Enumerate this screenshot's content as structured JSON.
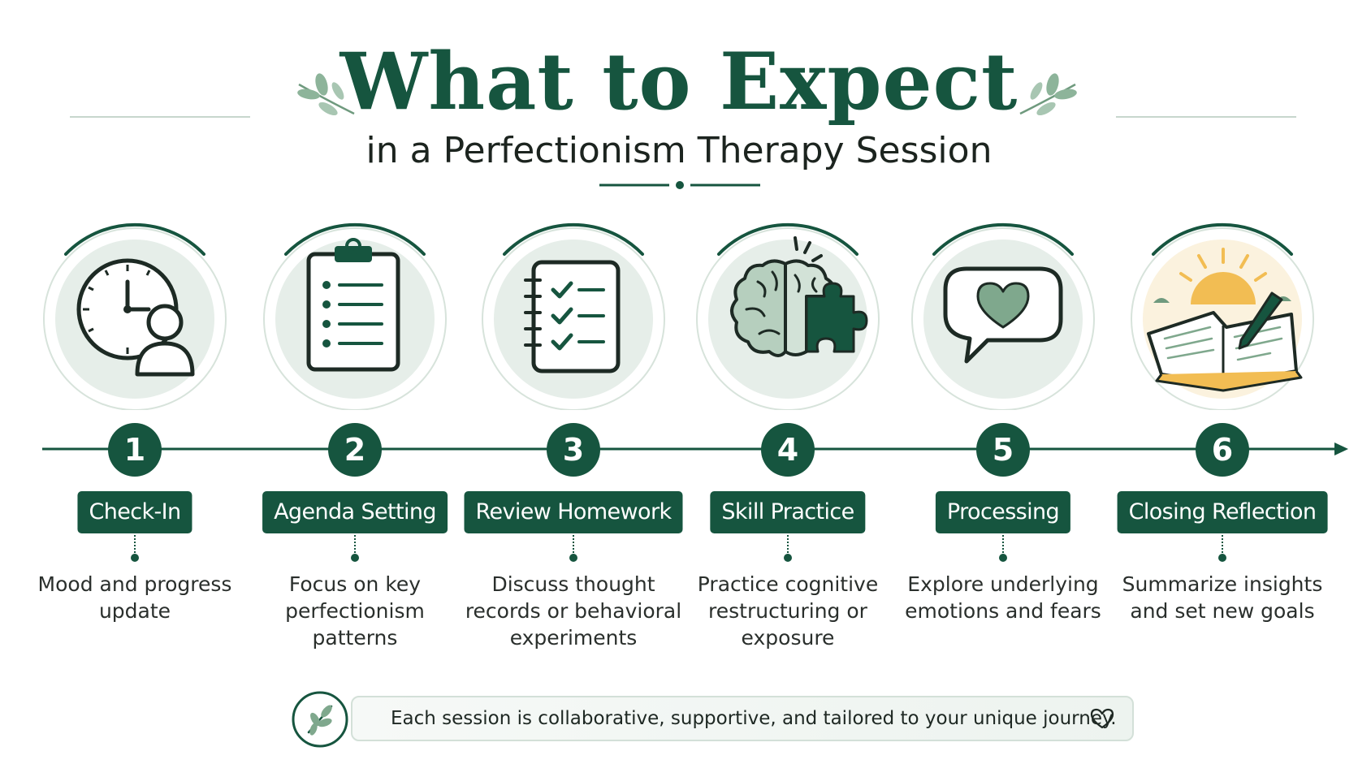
{
  "header": {
    "title": "What to Expect",
    "subtitle": "in a Perfectionism Therapy Session"
  },
  "steps": [
    {
      "number": "1",
      "label": "Check-In",
      "description": "Mood and progress update",
      "icon": "clock-person-icon"
    },
    {
      "number": "2",
      "label": "Agenda Setting",
      "description": "Focus on key perfectionism patterns",
      "icon": "clipboard-icon"
    },
    {
      "number": "3",
      "label": "Review Homework",
      "description": "Discuss thought records or behavioral experiments",
      "icon": "checklist-notebook-icon"
    },
    {
      "number": "4",
      "label": "Skill Practice",
      "description": "Practice cognitive restructuring or exposure",
      "icon": "brain-puzzle-icon"
    },
    {
      "number": "5",
      "label": "Processing",
      "description": "Explore underlying emotions and fears",
      "icon": "heart-speech-bubble-icon"
    },
    {
      "number": "6",
      "label": "Closing Reflection",
      "description": "Summarize insights and set new goals",
      "icon": "journal-sunrise-icon"
    }
  ],
  "footer": {
    "text": "Each session is collaborative, supportive, and tailored to your unique journey.",
    "icon": "leaf-icon",
    "end_icon": "heart-outline-icon"
  },
  "colors": {
    "primary": "#16553f",
    "light_green": "#e6eee9",
    "sage": "#8db49a",
    "sun": "#f2bd53"
  }
}
